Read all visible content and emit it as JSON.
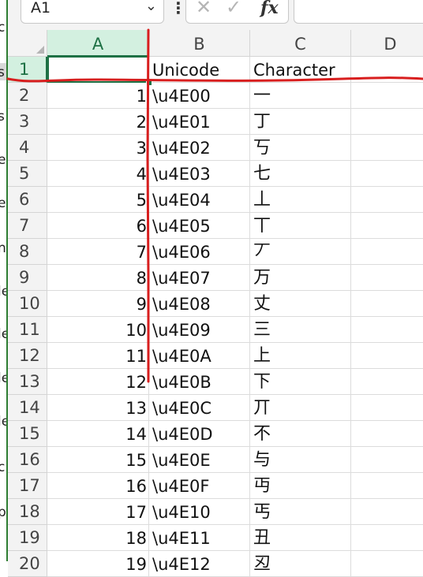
{
  "name_box": {
    "value": "A1"
  },
  "formula_bar": {
    "more_symbol": "⋮",
    "cancel_symbol": "✕",
    "enter_symbol": "✓",
    "fx_label": "fx",
    "content": ""
  },
  "left_strip_fragments": [
    "c",
    "s",
    "s",
    "e",
    "e",
    "n",
    "le",
    "le",
    "le",
    "le",
    "c",
    "p"
  ],
  "columns": [
    "A",
    "B",
    "C",
    "D"
  ],
  "selected_cell": "A1",
  "header_row": {
    "row": "1",
    "a": "",
    "b": "Unicode",
    "c": "Character"
  },
  "rows": [
    {
      "row": "2",
      "a": "1",
      "b": "\\u4E00",
      "c": "一"
    },
    {
      "row": "3",
      "a": "2",
      "b": "\\u4E01",
      "c": "丁"
    },
    {
      "row": "4",
      "a": "3",
      "b": "\\u4E02",
      "c": "丂"
    },
    {
      "row": "5",
      "a": "4",
      "b": "\\u4E03",
      "c": "七"
    },
    {
      "row": "6",
      "a": "5",
      "b": "\\u4E04",
      "c": "丄"
    },
    {
      "row": "7",
      "a": "6",
      "b": "\\u4E05",
      "c": "丅"
    },
    {
      "row": "8",
      "a": "7",
      "b": "\\u4E06",
      "c": "丆"
    },
    {
      "row": "9",
      "a": "8",
      "b": "\\u4E07",
      "c": "万"
    },
    {
      "row": "10",
      "a": "9",
      "b": "\\u4E08",
      "c": "丈"
    },
    {
      "row": "11",
      "a": "10",
      "b": "\\u4E09",
      "c": "三"
    },
    {
      "row": "12",
      "a": "11",
      "b": "\\u4E0A",
      "c": "上"
    },
    {
      "row": "13",
      "a": "12",
      "b": "\\u4E0B",
      "c": "下"
    },
    {
      "row": "14",
      "a": "13",
      "b": "\\u4E0C",
      "c": "丌"
    },
    {
      "row": "15",
      "a": "14",
      "b": "\\u4E0D",
      "c": "不"
    },
    {
      "row": "16",
      "a": "15",
      "b": "\\u4E0E",
      "c": "与"
    },
    {
      "row": "17",
      "a": "16",
      "b": "\\u4E0F",
      "c": "丏"
    },
    {
      "row": "18",
      "a": "17",
      "b": "\\u4E10",
      "c": "丐"
    },
    {
      "row": "19",
      "a": "18",
      "b": "\\u4E11",
      "c": "丑"
    },
    {
      "row": "20",
      "a": "19",
      "b": "\\u4E12",
      "c": "丒"
    }
  ],
  "colors": {
    "selection": "#1e7145",
    "selection_fill": "#d3f0e0",
    "annotation_ink": "#d81e1e"
  }
}
